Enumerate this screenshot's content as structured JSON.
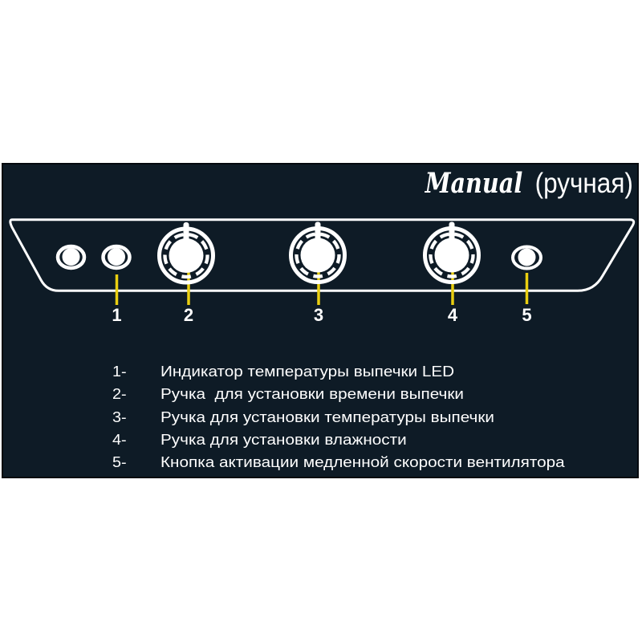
{
  "title": {
    "brand": "Manual",
    "translation": "(ручная)"
  },
  "colors": {
    "page_bg": "#ffffff",
    "panel_bg": "#0e1b26",
    "panel_edge": "#05090e",
    "white": "#ffffff",
    "accent_yellow": "#e9ce10"
  },
  "panel": {
    "controls": [
      {
        "name": "led-indicator-left",
        "type": "indicator-light",
        "callout": ""
      },
      {
        "name": "led-indicator",
        "type": "indicator-light",
        "callout": "1"
      },
      {
        "name": "time-knob",
        "type": "rotary-knob",
        "callout": "2"
      },
      {
        "name": "temperature-knob",
        "type": "rotary-knob",
        "callout": "3"
      },
      {
        "name": "humidity-knob",
        "type": "rotary-knob",
        "callout": "4"
      },
      {
        "name": "fan-speed-button",
        "type": "push-button",
        "callout": "5"
      }
    ],
    "callouts": [
      "1",
      "2",
      "3",
      "4",
      "5"
    ]
  },
  "legend": {
    "items": [
      {
        "n": "1-",
        "text": "Индикатор температуры выпечки LED"
      },
      {
        "n": "2-",
        "text": "Ручка  для установки времени выпечки"
      },
      {
        "n": "3-",
        "text": "Ручка для установки температуры выпечки"
      },
      {
        "n": "4-",
        "text": "Ручка для установки влажности"
      },
      {
        "n": "5-",
        "text": "Кнопка активации медленной скорости вентилятора"
      }
    ]
  }
}
